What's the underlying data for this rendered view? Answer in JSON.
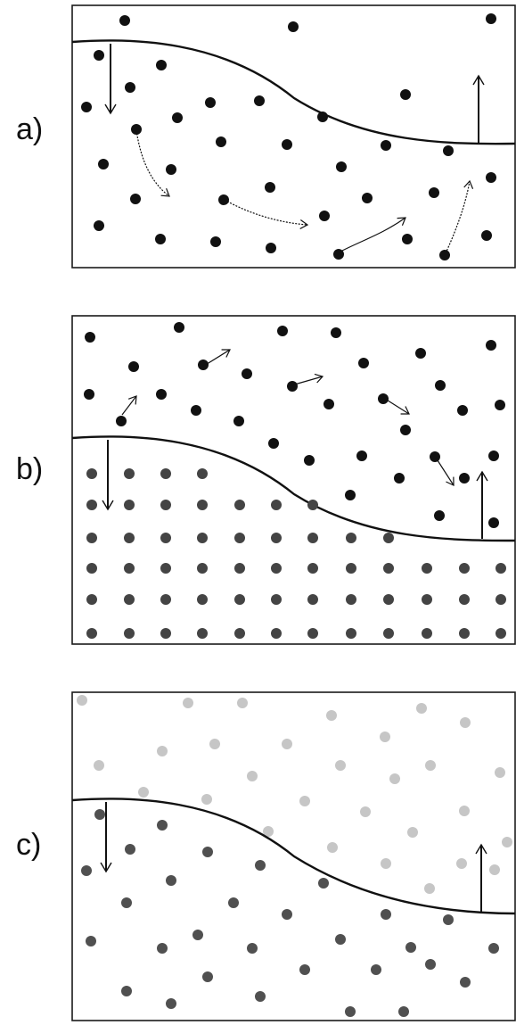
{
  "panels": [
    {
      "id": "a",
      "label": "a)"
    },
    {
      "id": "b",
      "label": "b)"
    },
    {
      "id": "c",
      "label": "c)"
    }
  ],
  "colors": {
    "ink": "#111111",
    "particle_dark": "#111111",
    "particle_lattice": "#444444",
    "particle_light": "#c6c6c6",
    "particle_medium": "#505050",
    "frame": "#1a1a1a",
    "background": "#ffffff"
  }
}
